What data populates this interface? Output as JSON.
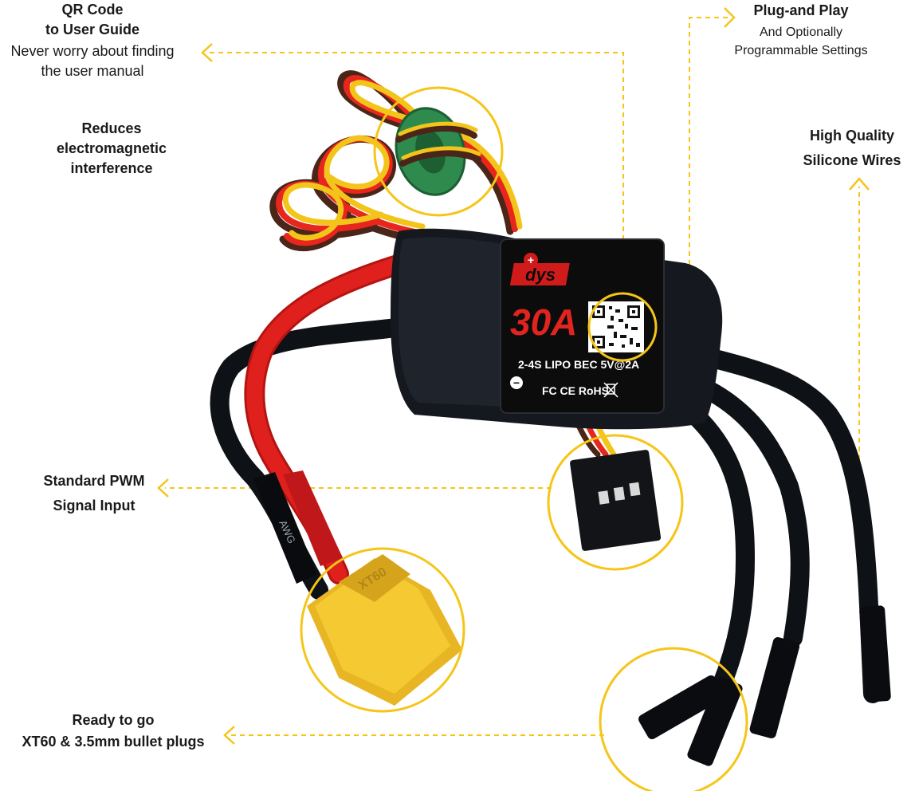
{
  "callouts": {
    "qr": {
      "title_1": "QR  Code",
      "title_2": "to User Guide",
      "desc_1": "Never worry about finding",
      "desc_2": "the user manual"
    },
    "emi": {
      "title_1": "Reduces",
      "title_2": "electromagnetic",
      "title_3": "interference"
    },
    "plug_play": {
      "title": "Plug-and Play",
      "desc_1": "And Optionally",
      "desc_2": "Programmable Settings"
    },
    "wires": {
      "title_1": "High Quality",
      "title_2": "Silicone Wires"
    },
    "pwm": {
      "title_1": "Standard PWM",
      "title_2": "Signal Input"
    },
    "ready": {
      "title_1": "Ready to go",
      "title_2": "XT60 & 3.5mm bullet plugs"
    }
  },
  "product": {
    "brand": "dys",
    "rating": "30A",
    "spec": "2-4S LIPO BEC 5V@2A",
    "certs": "FC CE RoHS",
    "plus_mark": "+",
    "minus_mark": "−",
    "xt60_text": "XT60",
    "wire_text": "AWG"
  },
  "colors": {
    "accent_yellow": "#f5c518",
    "esc_body": "#15181e",
    "label_plate": "#0c0c0c",
    "red_wire": "#e0201c",
    "connector_yellow": "#f0c22c"
  }
}
